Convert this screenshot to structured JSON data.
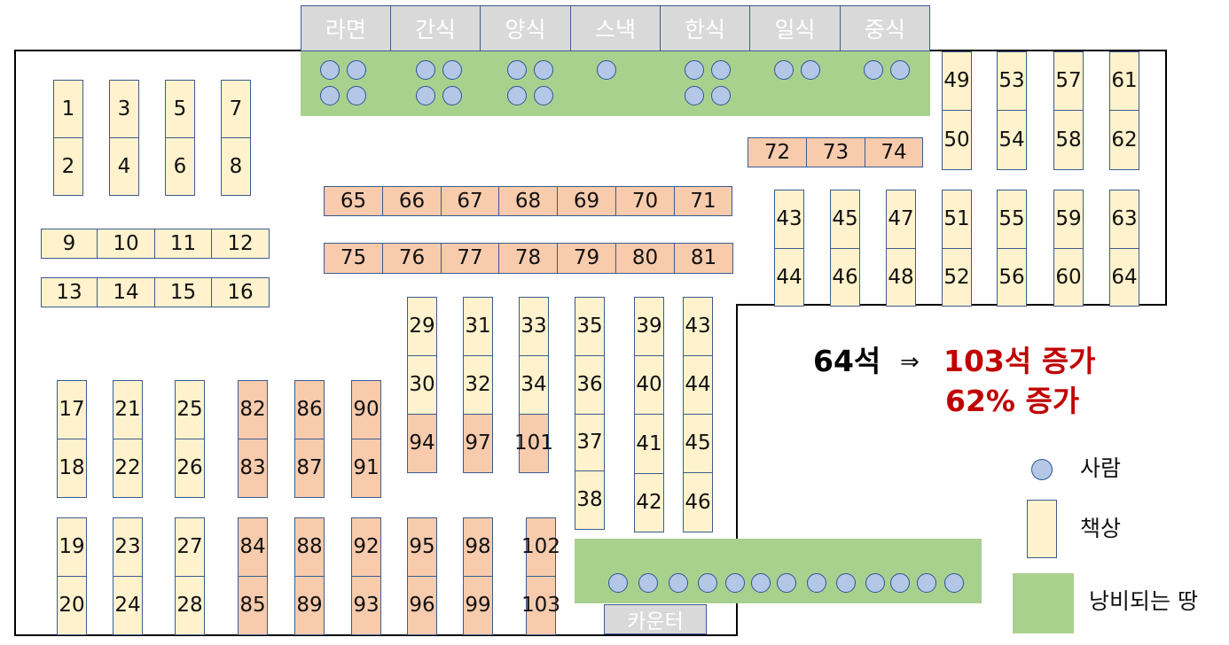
{
  "categories": [
    "라면",
    "간식",
    "양식",
    "스낵",
    "한식",
    "일식",
    "중식"
  ],
  "desks": {
    "original": [
      "1",
      "2",
      "3",
      "4",
      "5",
      "6",
      "7",
      "8",
      "9",
      "10",
      "11",
      "12",
      "13",
      "14",
      "15",
      "16",
      "17",
      "18",
      "19",
      "20",
      "21",
      "22",
      "23",
      "24",
      "25",
      "26",
      "27",
      "28",
      "29",
      "30",
      "31",
      "32",
      "33",
      "34",
      "35",
      "36",
      "37",
      "38",
      "39",
      "40",
      "41",
      "42",
      "43",
      "44",
      "45",
      "46",
      "43",
      "44",
      "45",
      "46",
      "47",
      "48",
      "49",
      "50",
      "51",
      "52",
      "53",
      "54",
      "55",
      "56",
      "57",
      "58",
      "59",
      "60",
      "61",
      "62",
      "63",
      "64"
    ],
    "added": [
      "65",
      "66",
      "67",
      "68",
      "69",
      "70",
      "71",
      "72",
      "73",
      "74",
      "75",
      "76",
      "77",
      "78",
      "79",
      "80",
      "81",
      "82",
      "83",
      "84",
      "85",
      "86",
      "87",
      "88",
      "89",
      "90",
      "91",
      "92",
      "93",
      "94",
      "95",
      "96",
      "97",
      "98",
      "99",
      "101",
      "102",
      "103"
    ]
  },
  "counter_label": "카운터",
  "summary": {
    "before": "64석",
    "arrow": "⇒",
    "after": "103석 증가",
    "percent": "62% 증가"
  },
  "legend": {
    "person": "사람",
    "desk": "책상",
    "waste": "낭비되는 땅"
  },
  "colors": {
    "desk": "#fff2cc",
    "added_desk": "#f8cbad",
    "waste_area": "#a9d18e",
    "person": "#b4c7e7",
    "highlight_text": "#c00000",
    "tab": "#d9d9d9"
  }
}
